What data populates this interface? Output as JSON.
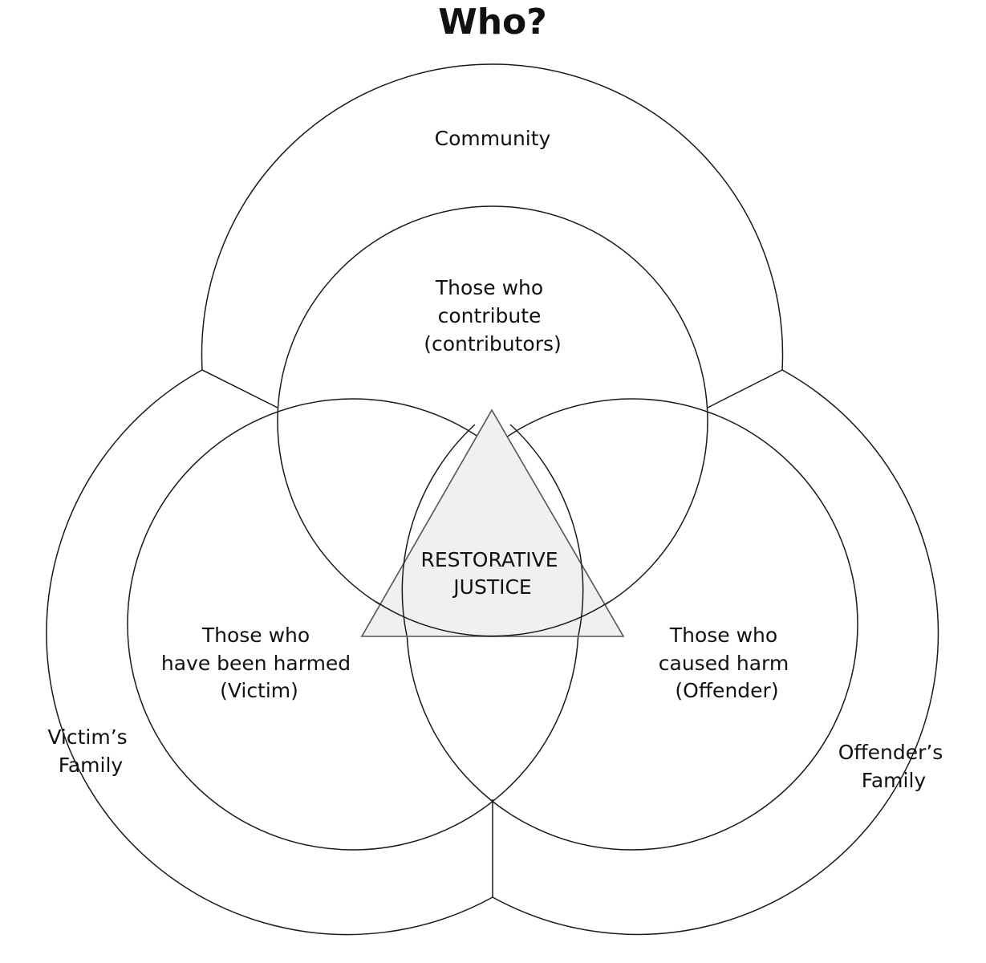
{
  "title": "Who?",
  "colors": {
    "line": "#1a1a1a",
    "triangle_fill": "#f0f0f0",
    "triangle_stroke": "#555555",
    "text": "#111111"
  },
  "regions": {
    "community": "Community",
    "contributors": [
      "Those who",
      "contribute",
      "(contributors)"
    ],
    "victim": [
      "Those who",
      "have been harmed",
      "(Victim)"
    ],
    "offender": [
      "Those who",
      "caused harm",
      "(Offender)"
    ],
    "victims_family": [
      "Victim’s",
      "Family"
    ],
    "offenders_family": [
      "Offender’s",
      "Family"
    ],
    "center": [
      "RESTORATIVE",
      "JUSTICE"
    ]
  }
}
